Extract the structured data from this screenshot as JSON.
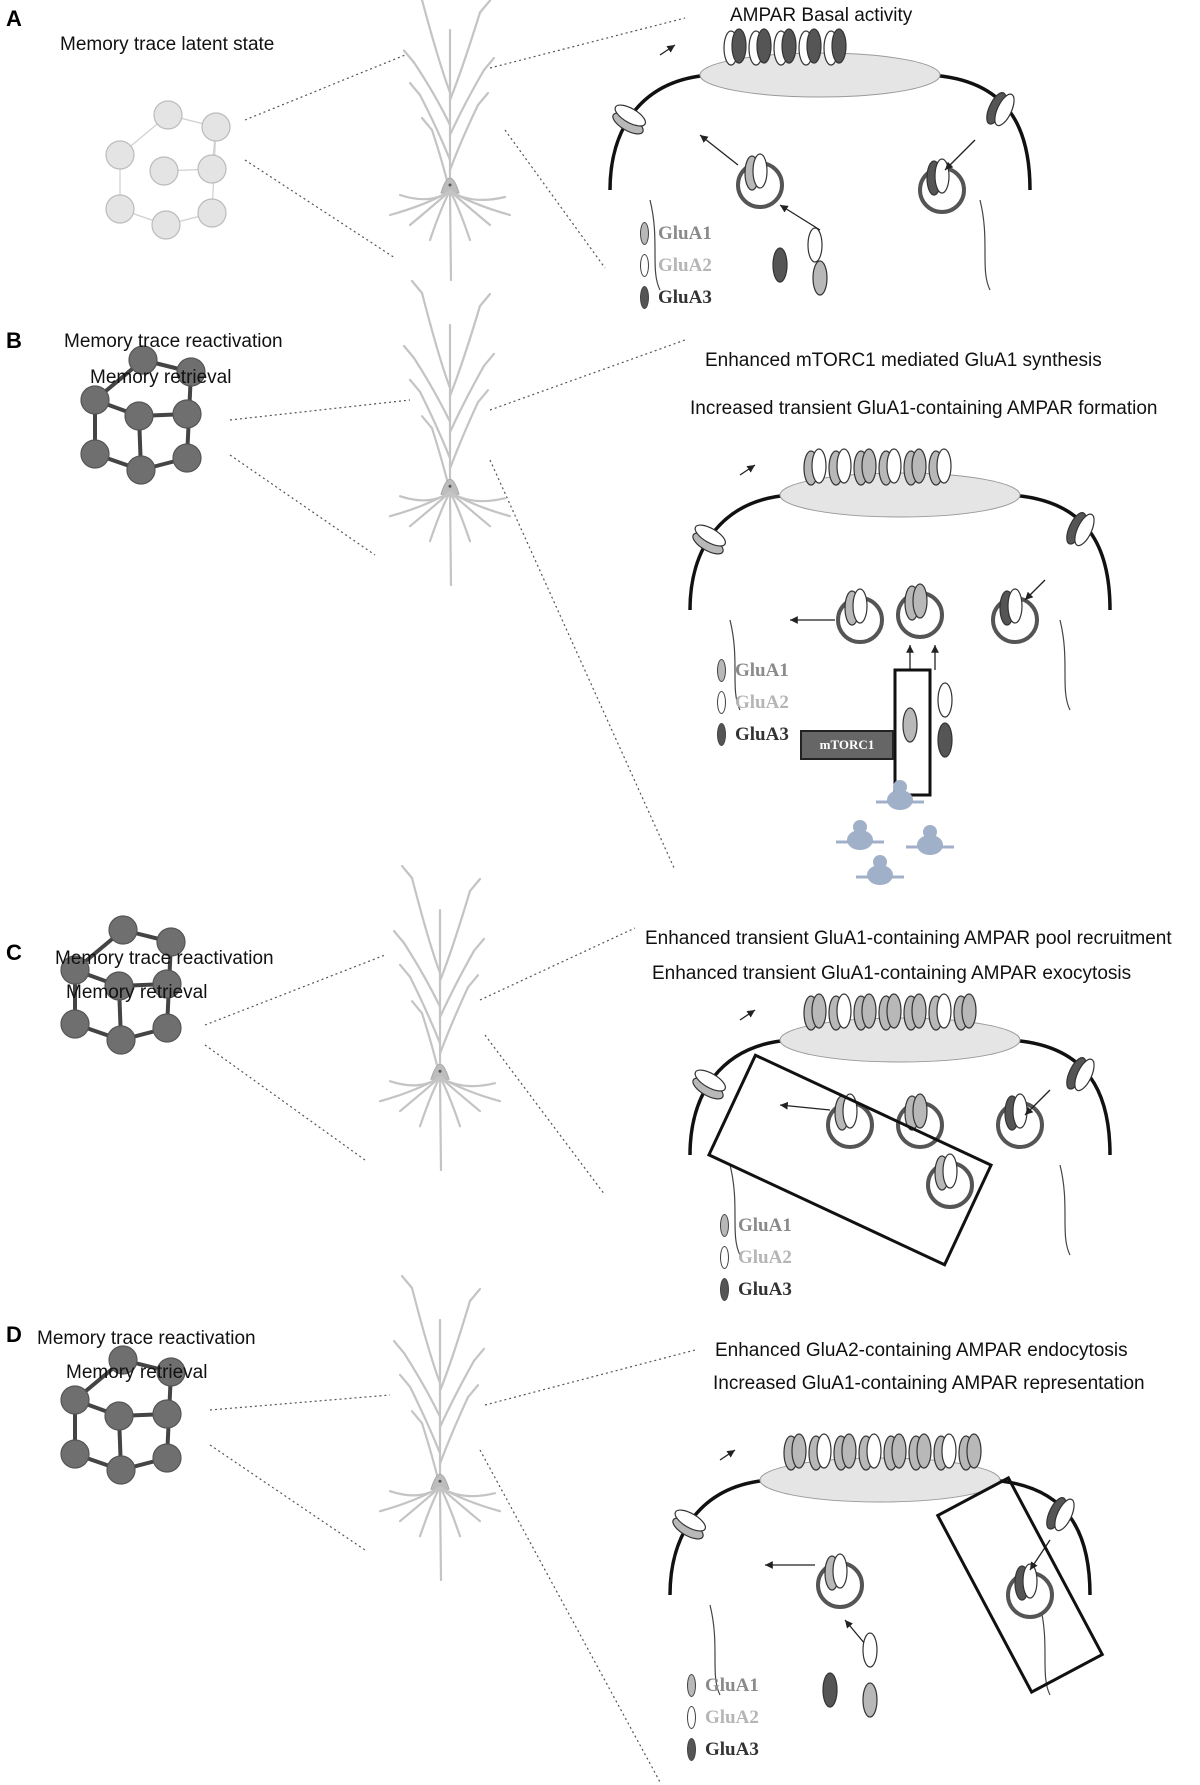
{
  "panels": [
    {
      "letter": "A",
      "state_lines": [
        "Memory trace latent state"
      ],
      "headings": [
        "AMPAR Basal activity"
      ],
      "legend": [
        "GluA1",
        "GluA2",
        "GluA3"
      ]
    },
    {
      "letter": "B",
      "state_lines": [
        "Memory trace reactivation",
        "Memory retrieval"
      ],
      "headings": [
        "Enhanced mTORC1 mediated GluA1 synthesis",
        "Increased transient GluA1-containing AMPAR formation"
      ],
      "legend": [
        "GluA1",
        "GluA2",
        "GluA3"
      ],
      "box_label": "mTORC1"
    },
    {
      "letter": "C",
      "state_lines": [
        "Memory trace reactivation",
        "Memory retrieval"
      ],
      "headings": [
        "Enhanced transient GluA1-containing AMPAR pool recruitment",
        "Enhanced transient GluA1-containing AMPAR exocytosis"
      ],
      "legend": [
        "GluA1",
        "GluA2",
        "GluA3"
      ]
    },
    {
      "letter": "D",
      "state_lines": [
        "Memory trace reactivation",
        "Memory retrieval"
      ],
      "headings": [
        "Enhanced GluA2-containing AMPAR endocytosis",
        "Increased GluA1-containing AMPAR representation"
      ],
      "legend": [
        "GluA1",
        "GluA2",
        "GluA3"
      ]
    }
  ],
  "colors": {
    "glua1": "#b8b8b8",
    "glua2": "#ffffff",
    "glua3": "#555555",
    "network_latent": "#e4e4e4",
    "network_active": "#6f6f6f",
    "neuron": "#c4c4c4",
    "ribosome": "#9fb0c8"
  }
}
